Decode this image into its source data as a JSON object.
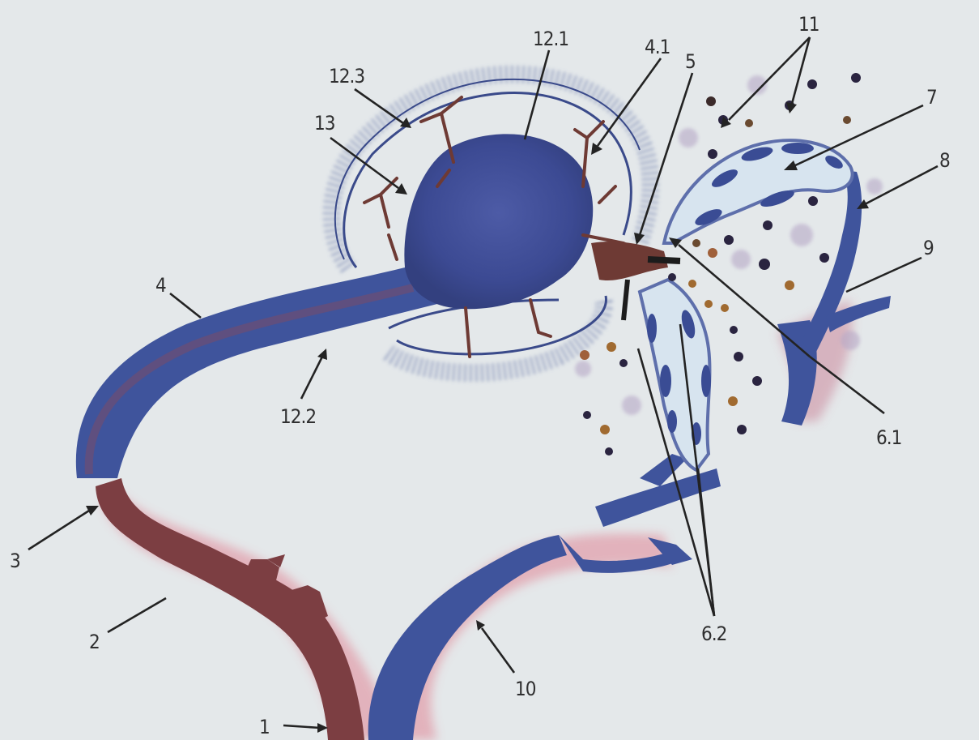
{
  "labels": {
    "l1": "1",
    "l2": "2",
    "l3": "3",
    "l4": "4",
    "l41": "4.1",
    "l5": "5",
    "l61": "6.1",
    "l62": "6.2",
    "l7": "7",
    "l8": "8",
    "l9": "9",
    "l10": "10",
    "l11": "11",
    "l121": "12.1",
    "l122": "12.2",
    "l123": "12.3",
    "l13": "13"
  },
  "colors": {
    "background": "#e4e8ea",
    "artery": "#7c3e42",
    "artery_halo": "#e2a9b4",
    "vein": "#3f549c",
    "glomerulus": "#3e4f98",
    "capsule_dots": "#7684b0",
    "cells": "#2a2440",
    "label": "#2f2f30"
  }
}
